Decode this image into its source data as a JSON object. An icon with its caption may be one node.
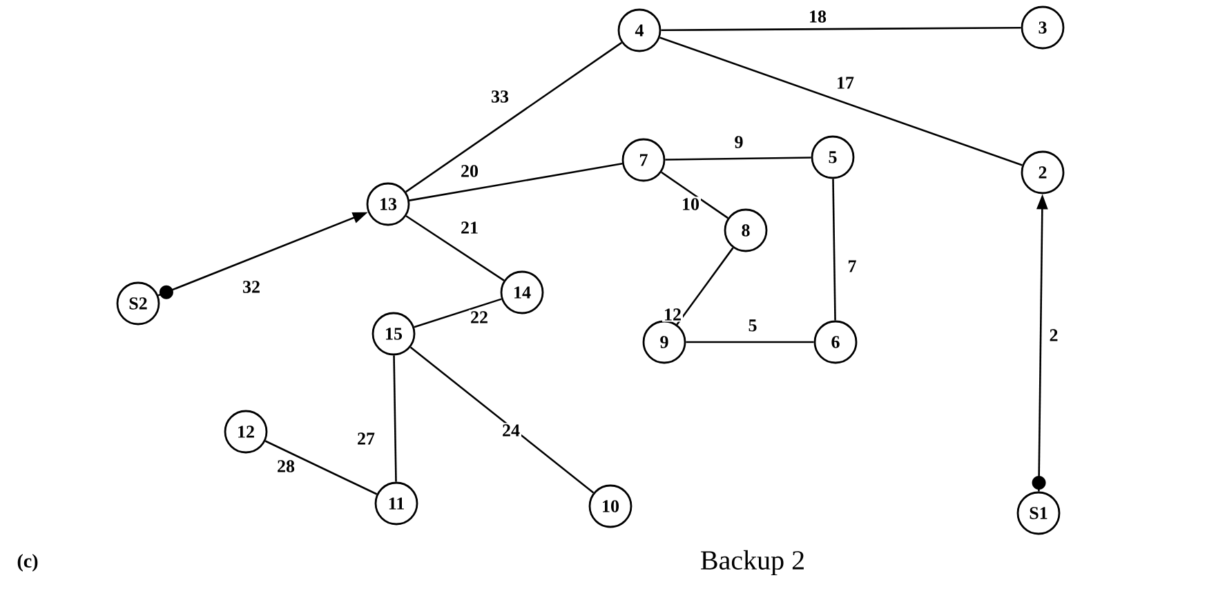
{
  "diagram": {
    "caption": "Backup 2",
    "nodes": [
      {
        "text": [
          "4"
        ]
      },
      {
        "text": [
          "3"
        ]
      },
      {
        "text": [
          "7"
        ]
      },
      {
        "text": [
          "5"
        ]
      },
      {
        "text": [
          "2"
        ]
      },
      {
        "text": [
          "13"
        ]
      },
      {
        "text": [
          "14"
        ]
      },
      {
        "text": [
          "8"
        ]
      },
      {
        "text": [
          "S2"
        ]
      },
      {
        "text": [
          "15"
        ]
      },
      {
        "text": [
          "9"
        ]
      },
      {
        "text": [
          "6"
        ]
      },
      {
        "text": [
          "12"
        ]
      },
      {
        "text": [
          "10"
        ]
      },
      {
        "text": [
          "11"
        ]
      },
      {
        "text": [
          "S1"
        ]
      }
    ],
    "edges": [
      {
        "from": 0,
        "to": 1,
        "arrow": "none",
        "label": "18"
      },
      {
        "from": 0,
        "to": 4,
        "arrow": "none",
        "label": "17"
      },
      {
        "from": 0,
        "to": 5,
        "arrow": "none",
        "label": "33"
      },
      {
        "from": 5,
        "to": 2,
        "arrow": "none",
        "label": "20"
      },
      {
        "from": 2,
        "to": 3,
        "arrow": "none",
        "label": "9"
      },
      {
        "from": 2,
        "to": 7,
        "arrow": "none",
        "label": "10"
      },
      {
        "from": 3,
        "to": 11,
        "arrow": "none",
        "label": "7"
      },
      {
        "from": 7,
        "to": 10,
        "arrow": "none",
        "label": "12"
      },
      {
        "from": 10,
        "to": 11,
        "arrow": "none",
        "label": "5"
      },
      {
        "from": 5,
        "to": 6,
        "arrow": "none",
        "label": "21"
      },
      {
        "from": 6,
        "to": 9,
        "arrow": "none",
        "label": "22"
      },
      {
        "from": 9,
        "to": 14,
        "arrow": "none",
        "label": "27"
      },
      {
        "from": 9,
        "to": 13,
        "arrow": "none",
        "label": "24"
      },
      {
        "from": 12,
        "to": 14,
        "arrow": "none",
        "label": "28"
      },
      {
        "from": 8,
        "to": 5,
        "arrow": "to",
        "label": "32"
      },
      {
        "from": 15,
        "to": 4,
        "arrow": "to",
        "label": "2"
      }
    ],
    "labels": [
      "(c)"
    ]
  }
}
